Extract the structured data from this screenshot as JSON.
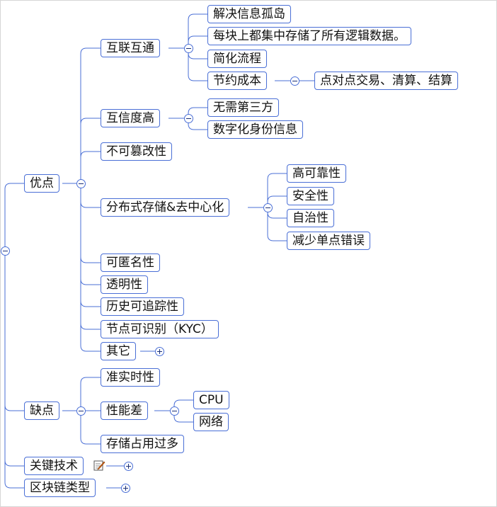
{
  "mindmap": {
    "advantages": {
      "label": "优点",
      "interconnect": {
        "label": "互联互通",
        "items": [
          "解决信息孤岛",
          "每块上都集中存储了所有逻辑数据。",
          "简化流程"
        ],
        "cost": {
          "label": "节约成本",
          "detail": "点对点交易、清算、结算"
        }
      },
      "trust": {
        "label": "互信度高",
        "items": [
          "无需第三方",
          "数字化身份信息"
        ]
      },
      "tamper": "不可篡改性",
      "distributed": {
        "label": "分布式存储&去中心化",
        "items": [
          "高可靠性",
          "安全性",
          "自治性",
          "减少单点错误"
        ]
      },
      "anonymous": "可匿名性",
      "transparent": "透明性",
      "traceable": "历史可追踪性",
      "kyc": "节点可识别（KYC）",
      "other": "其它"
    },
    "disadvantages": {
      "label": "缺点",
      "realtime": "准实时性",
      "performance": {
        "label": "性能差",
        "items": [
          "CPU",
          "网络"
        ]
      },
      "storage": "存储占用过多"
    },
    "key_tech": "关键技术",
    "chain_types": "区块链类型"
  }
}
